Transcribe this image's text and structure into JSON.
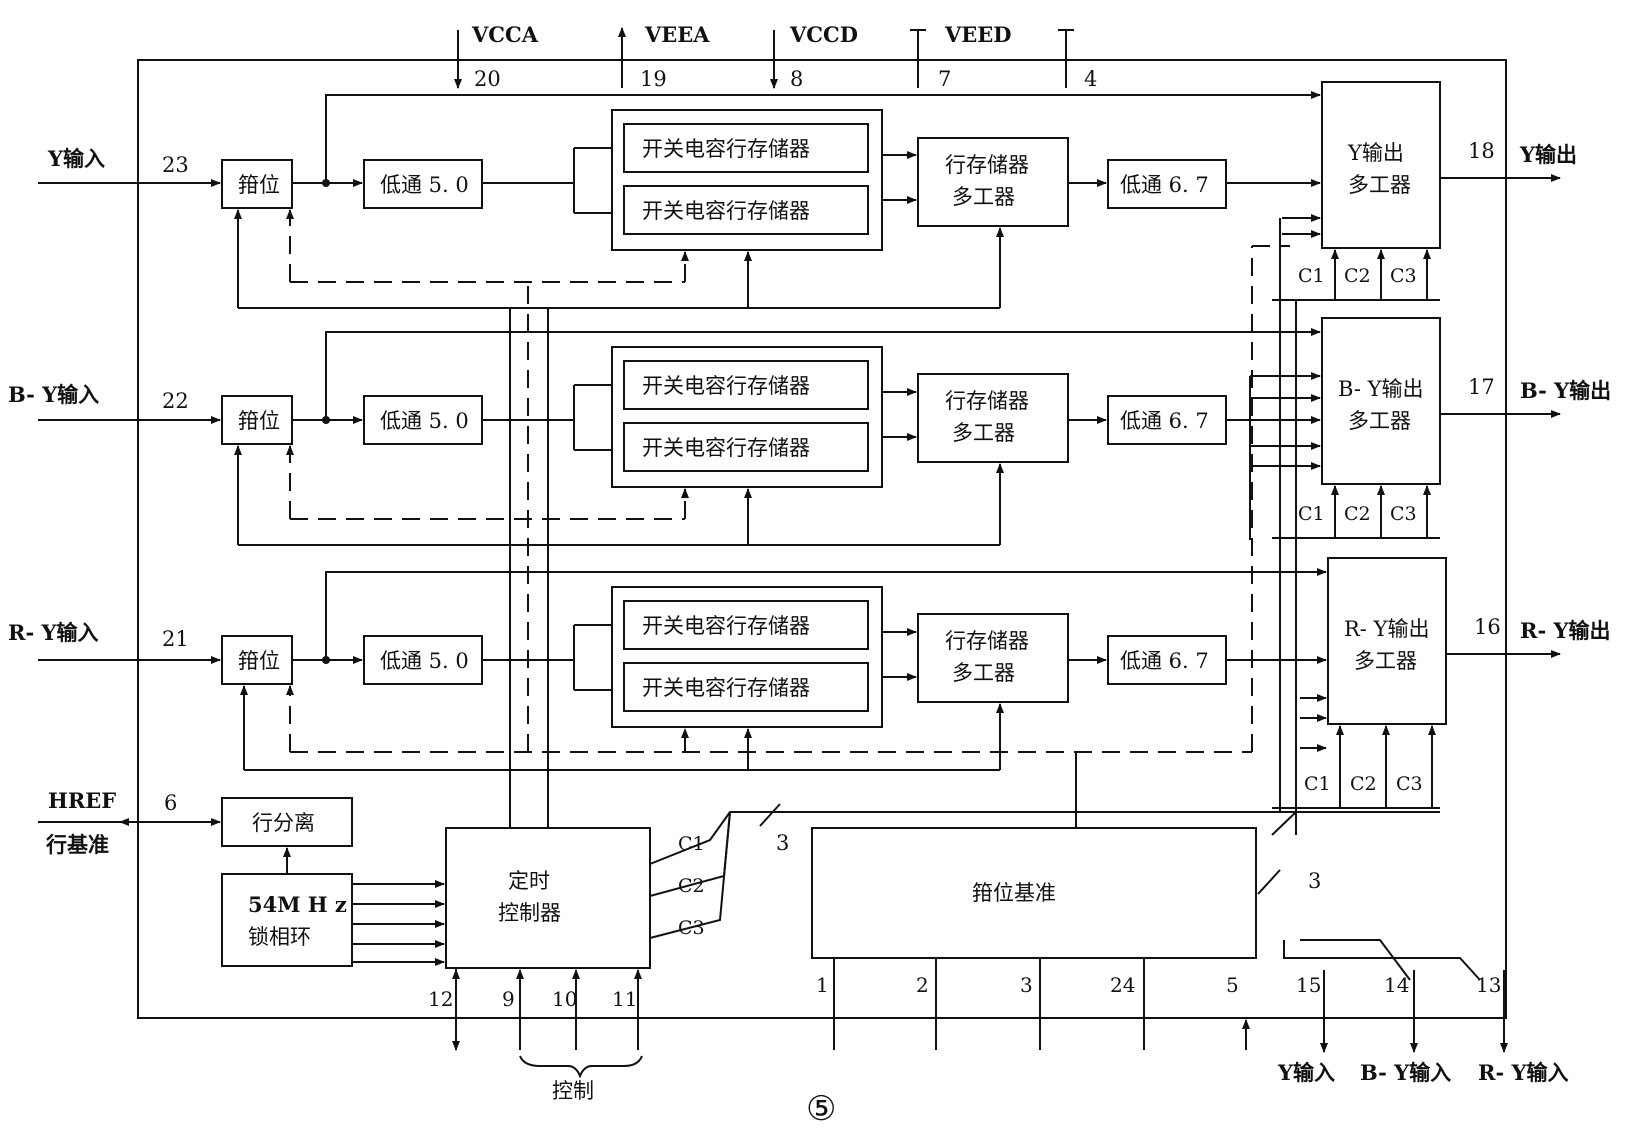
{
  "power": {
    "vcca": "VCCA",
    "veea": "VEEA",
    "vccd": "VCCD",
    "veed": "VEED"
  },
  "pins": {
    "p20": "20",
    "p19": "19",
    "p8": "8",
    "p7": "7",
    "p4": "4",
    "p23": "23",
    "p22": "22",
    "p21": "21",
    "p6": "6",
    "p18": "18",
    "p17": "17",
    "p16": "16",
    "p12": "12",
    "p9": "9",
    "p10": "10",
    "p11": "11",
    "p1": "1",
    "p2": "2",
    "p3": "3",
    "p24": "24",
    "p5": "5",
    "p15": "15",
    "p14": "14",
    "p13": "13"
  },
  "inputs": {
    "y": "Y输入",
    "by": "B- Y输入",
    "ry": "R- Y输入",
    "href": "HREF",
    "href_cn": "行基准"
  },
  "outputs": {
    "y": "Y输出",
    "by": "B- Y输出",
    "ry": "R- Y输出"
  },
  "blocks": {
    "clamp": "箝位",
    "lowpass_in": "低通 5. 0",
    "sc_memory": "开关电容行存储器",
    "line_mux_1": "行存储器",
    "line_mux_2": "多工器",
    "lowpass_out": "低通 6. 7",
    "y_out_mux_1": "Y输出",
    "by_out_mux_1": "B- Y输出",
    "ry_out_mux_1": "R- Y输出",
    "out_mux_2": "多工器",
    "line_sep": "行分离",
    "pll_1": "54M H z",
    "pll_2": "锁相环",
    "timing_1": "定时",
    "timing_2": "控制器",
    "clamp_ref": "箝位基准"
  },
  "signals": {
    "c1": "C1",
    "c2": "C2",
    "c3": "C3",
    "bus3": "3",
    "control": "控制"
  },
  "bottom_inputs": {
    "y": "Y输入",
    "by": "B- Y输入",
    "ry": "R- Y输入"
  },
  "figure_number": "⑤"
}
